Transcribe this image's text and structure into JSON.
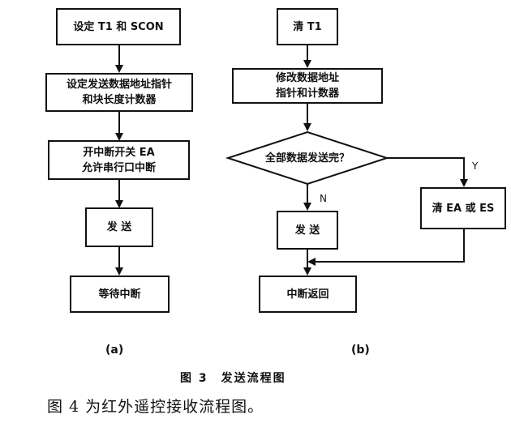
{
  "diagram_a": {
    "step1": "设定 T1 和 SCON",
    "step2_line1": "设定发送数据地址指针",
    "step2_line2": "和块长度计数器",
    "step3_line1": "开中断开关 EA",
    "step3_line2": "允许串行口中断",
    "step4": "发 送",
    "step5": "等待中断",
    "caption": "(a)"
  },
  "diagram_b": {
    "step1": "清 T1",
    "step2_line1": "修改数据地址",
    "step2_line2": "指针和计数器",
    "decision": "全部数据发送完？",
    "yes_label": "Y",
    "no_label": "N",
    "send": "发 送",
    "clear": "清 EA 或 ES",
    "return": "中断返回",
    "caption": "(b)"
  },
  "figure_caption": "图 3　发送流程图",
  "body_text": "图 4 为红外遥控接收流程图。"
}
